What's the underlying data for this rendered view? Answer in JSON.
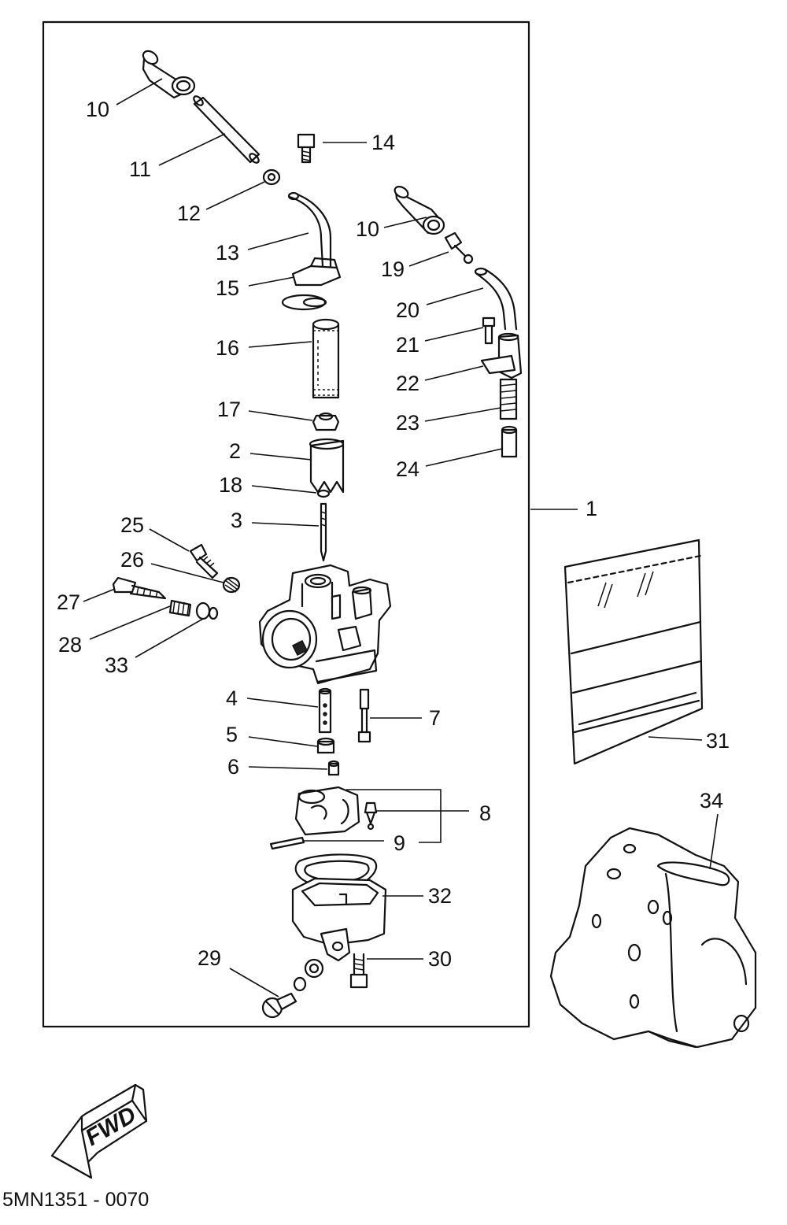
{
  "diagram": {
    "drawing_code": "5MN1351 - 0070",
    "direction_label": "FWD",
    "callouts": {
      "p1": "1",
      "p2": "2",
      "p3": "3",
      "p4": "4",
      "p5": "5",
      "p6": "6",
      "p7": "7",
      "p8": "8",
      "p9": "9",
      "p10a": "10",
      "p10b": "10",
      "p11": "11",
      "p12": "12",
      "p13": "13",
      "p14": "14",
      "p15": "15",
      "p16": "16",
      "p17": "17",
      "p18": "18",
      "p19": "19",
      "p20": "20",
      "p21": "21",
      "p22": "22",
      "p23": "23",
      "p24": "24",
      "p25": "25",
      "p26": "26",
      "p27": "27",
      "p28": "28",
      "p29": "29",
      "p30": "30",
      "p31": "31",
      "p32": "32",
      "p33": "33",
      "p34": "34"
    }
  }
}
